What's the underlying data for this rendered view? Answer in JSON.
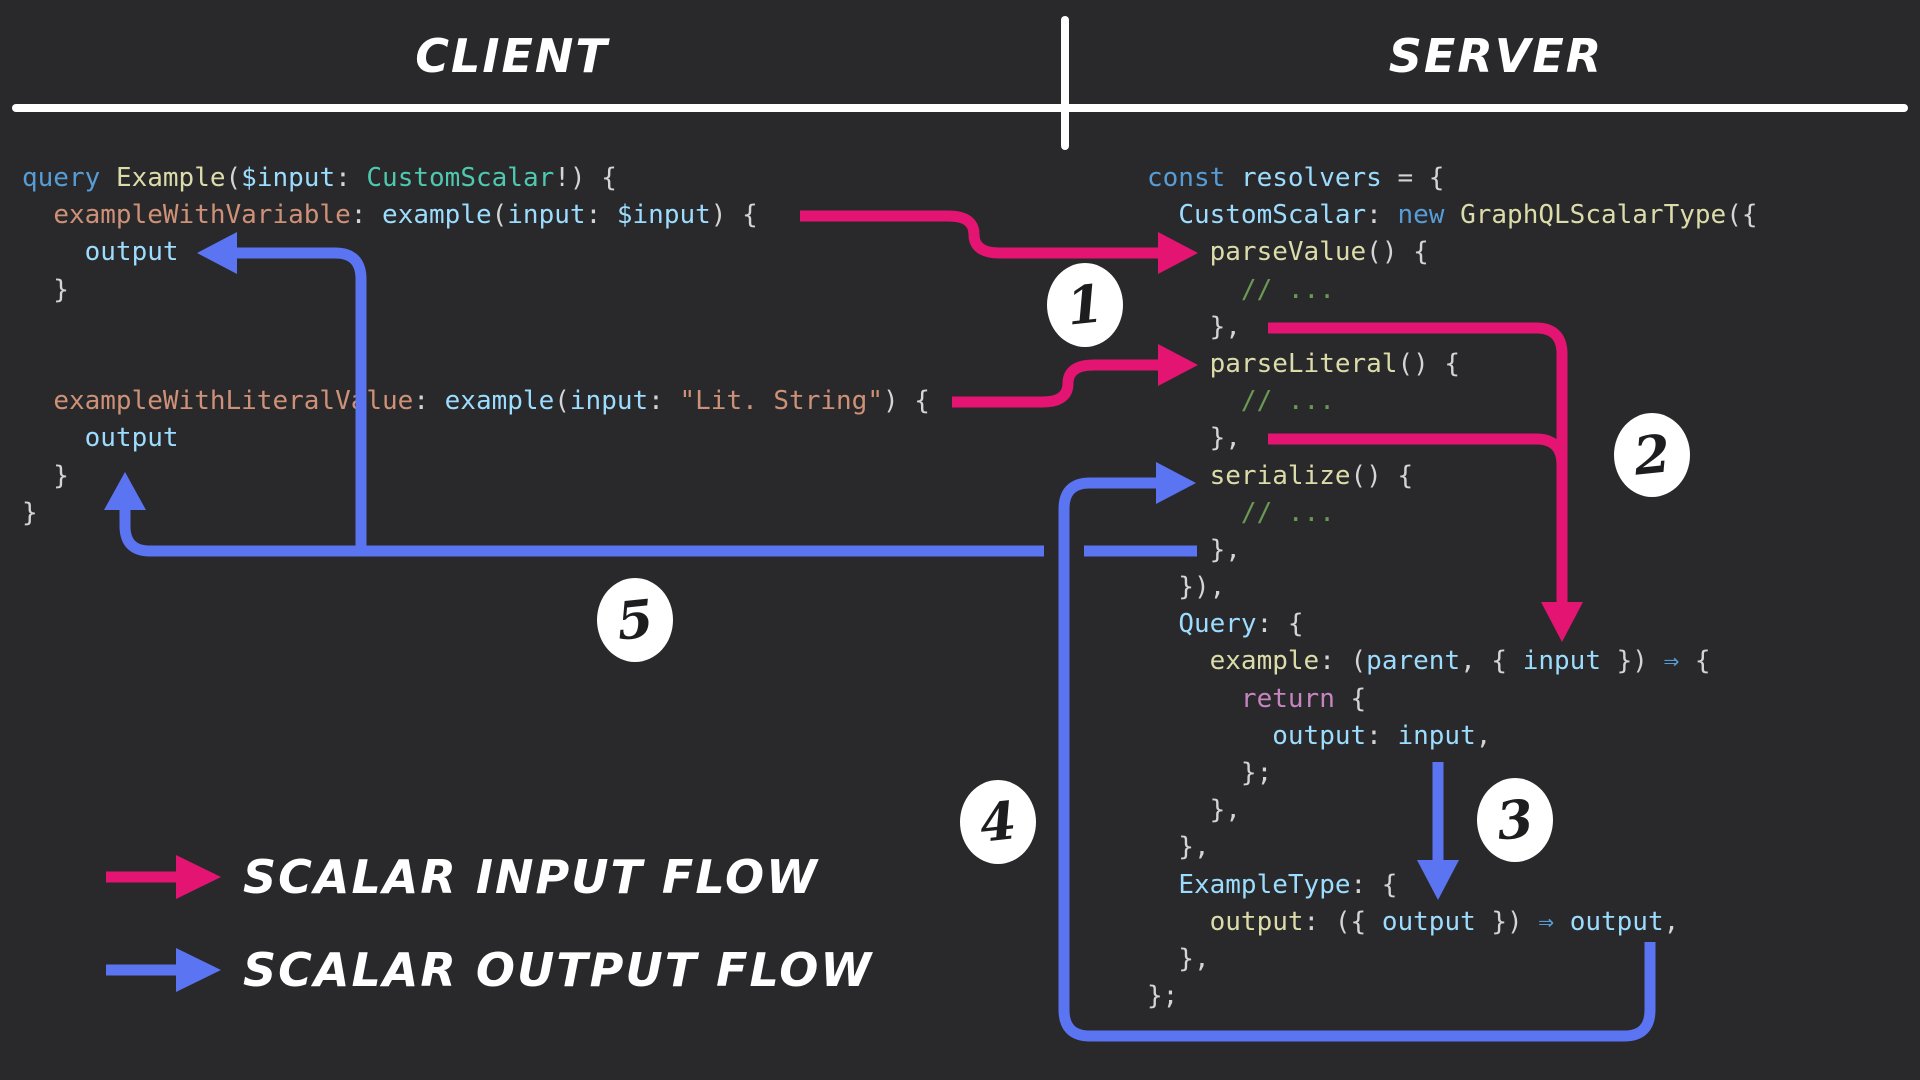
{
  "headers": {
    "client": "CLIENT",
    "server": "SERVER"
  },
  "steps": [
    "1",
    "2",
    "3",
    "4",
    "5"
  ],
  "legend": {
    "input_label": "SCALAR INPUT FLOW",
    "output_label": "SCALAR OUTPUT FLOW"
  },
  "colors": {
    "background": "#29292b",
    "divider": "#ffffff",
    "input_flow": "#e31472",
    "output_flow": "#5b74f2",
    "badge_bg": "#ffffff",
    "badge_text": "#1d1d1f",
    "syntax": {
      "keyword": "#569cd6",
      "function": "#dcdcaa",
      "variable": "#9cdcfe",
      "type": "#4ec9b0",
      "string": "#ce9178",
      "comment": "#6a9955",
      "control": "#c586c0",
      "punct": "#d4d4d4"
    }
  },
  "client_code": {
    "lines": [
      [
        {
          "t": "query",
          "c": "keyword"
        },
        {
          "t": " ",
          "c": "punct"
        },
        {
          "t": "Example",
          "c": "function"
        },
        {
          "t": "(",
          "c": "punct"
        },
        {
          "t": "$input",
          "c": "variable"
        },
        {
          "t": ": ",
          "c": "punct"
        },
        {
          "t": "CustomScalar",
          "c": "type"
        },
        {
          "t": "!) {",
          "c": "punct"
        }
      ],
      [
        {
          "t": "  ",
          "c": "punct"
        },
        {
          "t": "exampleWithVariable",
          "c": "string"
        },
        {
          "t": ": ",
          "c": "punct"
        },
        {
          "t": "example",
          "c": "variable"
        },
        {
          "t": "(",
          "c": "punct"
        },
        {
          "t": "input",
          "c": "variable"
        },
        {
          "t": ": ",
          "c": "punct"
        },
        {
          "t": "$input",
          "c": "variable"
        },
        {
          "t": ") {",
          "c": "punct"
        }
      ],
      [
        {
          "t": "    ",
          "c": "punct"
        },
        {
          "t": "output",
          "c": "variable"
        }
      ],
      [
        {
          "t": "  }",
          "c": "punct"
        }
      ],
      [],
      [],
      [
        {
          "t": "  ",
          "c": "punct"
        },
        {
          "t": "exampleWithLiteralValue",
          "c": "string"
        },
        {
          "t": ": ",
          "c": "punct"
        },
        {
          "t": "example",
          "c": "variable"
        },
        {
          "t": "(",
          "c": "punct"
        },
        {
          "t": "input",
          "c": "variable"
        },
        {
          "t": ": ",
          "c": "punct"
        },
        {
          "t": "\"Lit. String\"",
          "c": "string"
        },
        {
          "t": ") {",
          "c": "punct"
        }
      ],
      [
        {
          "t": "    ",
          "c": "punct"
        },
        {
          "t": "output",
          "c": "variable"
        }
      ],
      [
        {
          "t": "  }",
          "c": "punct"
        }
      ],
      [
        {
          "t": "}",
          "c": "punct"
        }
      ]
    ]
  },
  "server_code": {
    "lines": [
      [
        {
          "t": "const",
          "c": "keyword"
        },
        {
          "t": " ",
          "c": "punct"
        },
        {
          "t": "resolvers",
          "c": "variable"
        },
        {
          "t": " = {",
          "c": "punct"
        }
      ],
      [
        {
          "t": "  ",
          "c": "punct"
        },
        {
          "t": "CustomScalar",
          "c": "variable"
        },
        {
          "t": ": ",
          "c": "punct"
        },
        {
          "t": "new",
          "c": "keyword"
        },
        {
          "t": " ",
          "c": "punct"
        },
        {
          "t": "GraphQLScalarType",
          "c": "function"
        },
        {
          "t": "({",
          "c": "punct"
        }
      ],
      [
        {
          "t": "    ",
          "c": "punct"
        },
        {
          "t": "parseValue",
          "c": "function"
        },
        {
          "t": "() {",
          "c": "punct"
        }
      ],
      [
        {
          "t": "      ",
          "c": "punct"
        },
        {
          "t": "// ...",
          "c": "comment"
        }
      ],
      [
        {
          "t": "    },",
          "c": "punct"
        }
      ],
      [
        {
          "t": "    ",
          "c": "punct"
        },
        {
          "t": "parseLiteral",
          "c": "function"
        },
        {
          "t": "() {",
          "c": "punct"
        }
      ],
      [
        {
          "t": "      ",
          "c": "punct"
        },
        {
          "t": "// ...",
          "c": "comment"
        }
      ],
      [
        {
          "t": "    },",
          "c": "punct"
        }
      ],
      [
        {
          "t": "    ",
          "c": "punct"
        },
        {
          "t": "serialize",
          "c": "function"
        },
        {
          "t": "() {",
          "c": "punct"
        }
      ],
      [
        {
          "t": "      ",
          "c": "punct"
        },
        {
          "t": "// ...",
          "c": "comment"
        }
      ],
      [
        {
          "t": "    },",
          "c": "punct"
        }
      ],
      [
        {
          "t": "  }),",
          "c": "punct"
        }
      ],
      [
        {
          "t": "  ",
          "c": "punct"
        },
        {
          "t": "Query",
          "c": "variable"
        },
        {
          "t": ": {",
          "c": "punct"
        }
      ],
      [
        {
          "t": "    ",
          "c": "punct"
        },
        {
          "t": "example",
          "c": "function"
        },
        {
          "t": ": (",
          "c": "punct"
        },
        {
          "t": "parent",
          "c": "variable"
        },
        {
          "t": ", { ",
          "c": "punct"
        },
        {
          "t": "input",
          "c": "variable"
        },
        {
          "t": " }) ",
          "c": "punct"
        },
        {
          "t": "⇒",
          "c": "keyword"
        },
        {
          "t": " {",
          "c": "punct"
        }
      ],
      [
        {
          "t": "      ",
          "c": "punct"
        },
        {
          "t": "return",
          "c": "control"
        },
        {
          "t": " {",
          "c": "punct"
        }
      ],
      [
        {
          "t": "        ",
          "c": "punct"
        },
        {
          "t": "output",
          "c": "variable"
        },
        {
          "t": ": ",
          "c": "punct"
        },
        {
          "t": "input",
          "c": "variable"
        },
        {
          "t": ",",
          "c": "punct"
        }
      ],
      [
        {
          "t": "      };",
          "c": "punct"
        }
      ],
      [
        {
          "t": "    },",
          "c": "punct"
        }
      ],
      [
        {
          "t": "  },",
          "c": "punct"
        }
      ],
      [
        {
          "t": "  ",
          "c": "punct"
        },
        {
          "t": "ExampleType",
          "c": "variable"
        },
        {
          "t": ": {",
          "c": "punct"
        }
      ],
      [
        {
          "t": "    ",
          "c": "punct"
        },
        {
          "t": "output",
          "c": "function"
        },
        {
          "t": ": ({ ",
          "c": "punct"
        },
        {
          "t": "output",
          "c": "variable"
        },
        {
          "t": " }) ",
          "c": "punct"
        },
        {
          "t": "⇒",
          "c": "keyword"
        },
        {
          "t": " ",
          "c": "punct"
        },
        {
          "t": "output",
          "c": "variable"
        },
        {
          "t": ",",
          "c": "punct"
        }
      ],
      [
        {
          "t": "  },",
          "c": "punct"
        }
      ],
      [
        {
          "t": "};",
          "c": "punct"
        }
      ]
    ]
  }
}
